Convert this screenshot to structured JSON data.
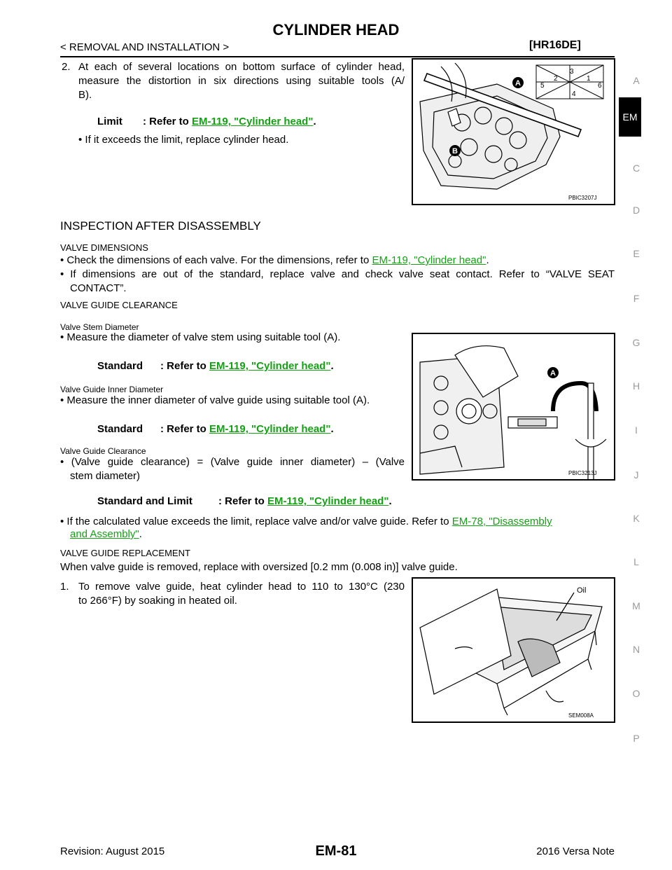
{
  "header": {
    "title": "CYLINDER HEAD",
    "breadcrumb": "< REMOVAL AND INSTALLATION >",
    "model": "[HR16DE]"
  },
  "sidebar": {
    "tab": "EM",
    "letters": [
      "A",
      "C",
      "D",
      "E",
      "F",
      "G",
      "H",
      "I",
      "J",
      "K",
      "L",
      "M",
      "N",
      "O",
      "P"
    ]
  },
  "step2": {
    "num": "2.",
    "line1": "At each of several locations on bottom surface of cylinder head,",
    "line2": "measure the distortion in six directions using suitable tools (A/",
    "line3": "B).",
    "limit_label": "Limit",
    "limit_text": ": Refer to",
    "limit_link": "EM-119, \"Cylinder head\"",
    "bullet": "• If it exceeds the limit, replace cylinder head."
  },
  "fig1": {
    "code": "PBIC3207J",
    "labels": [
      "A",
      "B"
    ],
    "nums": [
      "1",
      "2",
      "3",
      "4",
      "5",
      "6"
    ]
  },
  "section": {
    "heading": "INSPECTION AFTER DISASSEMBLY",
    "valve_dimensions": "VALVE DIMENSIONS",
    "vd_b1_text": "• Check the dimensions of each valve. For the dimensions, refer to",
    "vd_b1_link": "EM-119, \"Cylinder head\"",
    "vd_b2_line1": "• If dimensions are out of the standard, replace valve and check valve seat contact. Refer to “VALVE SEAT",
    "vd_b2_line2": "CONTACT”.",
    "vgc_heading": "VALVE GUIDE CLEARANCE",
    "vsd_heading": "Valve Stem Diameter",
    "vsd_bullet": "• Measure the diameter of valve stem using suitable tool (A).",
    "std_label": "Standard",
    "refer": ": Refer to",
    "cyl_link": "EM-119, \"Cylinder head\"",
    "vgid_heading": "Valve Guide Inner Diameter",
    "vgid_bullet": "• Measure the inner diameter of valve guide using suitable tool (A).",
    "vgc2_heading": "Valve Guide Clearance",
    "vgc_line1": "• (Valve guide clearance) = (Valve guide inner diameter) – (Valve",
    "vgc_line2": "stem diameter)",
    "stdlim_label": "Standard and Limit",
    "calc_text": "• If the calculated value exceeds the limit, replace valve and/or valve guide. Refer to",
    "calc_link1": "EM-78, \"Disassembly",
    "calc_link2": "and Assembly\"",
    "vgr_heading": "VALVE GUIDE REPLACEMENT",
    "vgr_text": "When valve guide is removed, replace with oversized [0.2 mm (0.008 in)] valve guide.",
    "step1_num": "1.",
    "step1_line1": "To remove valve guide, heat cylinder head to 110 to 130°C (230",
    "step1_line2": "to 266°F) by soaking in heated oil."
  },
  "fig2": {
    "code": "PBIC3213J",
    "label": "A"
  },
  "fig3": {
    "code": "SEM008A",
    "label": "Oil"
  },
  "footer": {
    "revision": "Revision: August 2015",
    "page": "EM-81",
    "vehicle": "2016 Versa Note"
  }
}
